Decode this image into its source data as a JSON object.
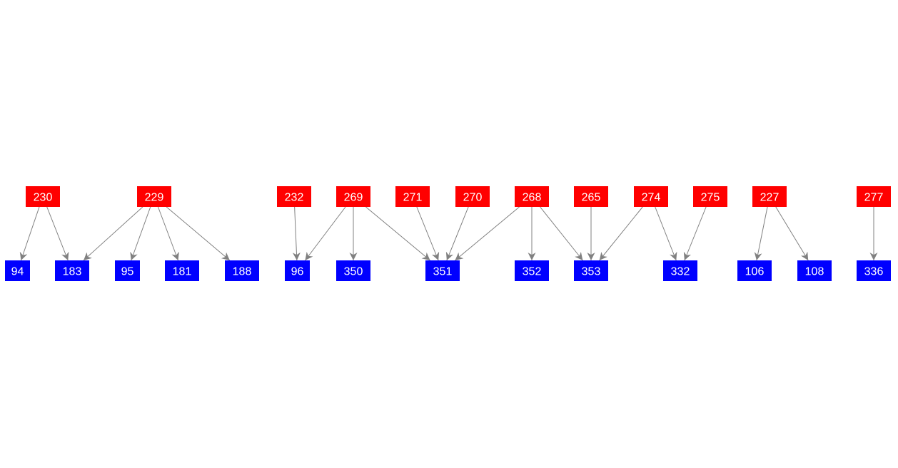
{
  "colors": {
    "source": "#ff0000",
    "target": "#0000ff",
    "edge": "#808080",
    "label": "#ffffff"
  },
  "source_nodes": [
    "230",
    "229",
    "232",
    "269",
    "271",
    "270",
    "268",
    "265",
    "274",
    "275",
    "227",
    "277"
  ],
  "target_nodes": [
    "94",
    "183",
    "95",
    "181",
    "188",
    "96",
    "350",
    "351",
    "352",
    "353",
    "332",
    "106",
    "108",
    "336"
  ],
  "edges": [
    [
      "230",
      "94"
    ],
    [
      "230",
      "183"
    ],
    [
      "229",
      "183"
    ],
    [
      "229",
      "95"
    ],
    [
      "229",
      "181"
    ],
    [
      "229",
      "188"
    ],
    [
      "232",
      "96"
    ],
    [
      "269",
      "96"
    ],
    [
      "269",
      "350"
    ],
    [
      "269",
      "351"
    ],
    [
      "271",
      "351"
    ],
    [
      "270",
      "351"
    ],
    [
      "268",
      "351"
    ],
    [
      "268",
      "352"
    ],
    [
      "268",
      "353"
    ],
    [
      "265",
      "353"
    ],
    [
      "274",
      "353"
    ],
    [
      "274",
      "332"
    ],
    [
      "275",
      "332"
    ],
    [
      "227",
      "106"
    ],
    [
      "227",
      "108"
    ],
    [
      "277",
      "336"
    ]
  ]
}
